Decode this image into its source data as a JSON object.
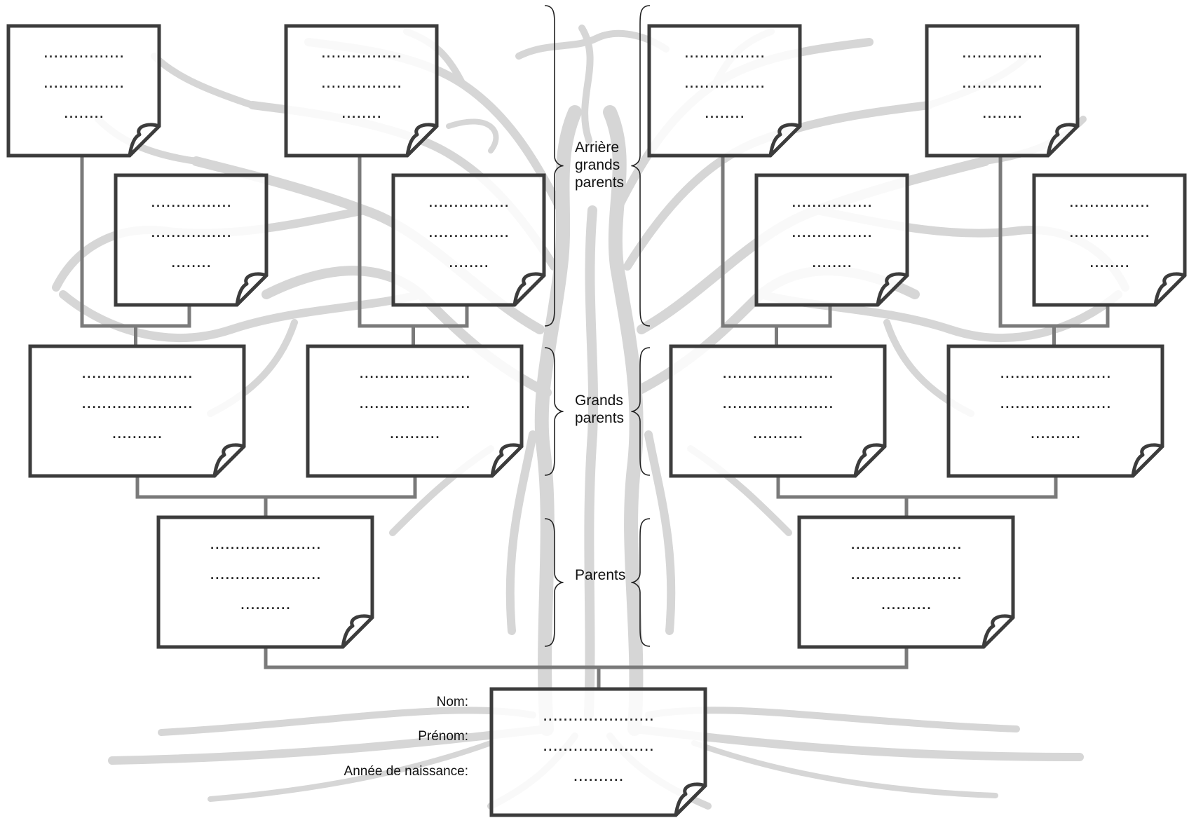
{
  "colors": {
    "box_border": "#3c3c3c",
    "connector": "#7a7a7a",
    "tree_silhouette": "#d6d6d6",
    "brace": "#222222",
    "text": "#111111"
  },
  "generation_labels": {
    "great_grandparents": [
      "Arrière",
      "grands",
      "parents"
    ],
    "grandparents": [
      "Grands",
      "parents"
    ],
    "parents": [
      "Parents"
    ]
  },
  "fields": {
    "nom_label": "Nom:",
    "prenom_label": "Prénom:",
    "annee_label": "Année de naissance:"
  },
  "placeholders": {
    "small_line": "................",
    "small_year": ".........",
    "large_line": "......................",
    "large_year": ".........."
  },
  "boxes": {
    "great_grandparents": [
      {
        "id": "ggp-1",
        "line1": "................",
        "line2": "................",
        "line3": "........"
      },
      {
        "id": "ggp-2",
        "line1": "................",
        "line2": "................",
        "line3": "........"
      },
      {
        "id": "ggp-3",
        "line1": "................",
        "line2": "................",
        "line3": "........"
      },
      {
        "id": "ggp-4",
        "line1": "................",
        "line2": "................",
        "line3": "........"
      },
      {
        "id": "ggp-5",
        "line1": "................",
        "line2": "................",
        "line3": "........"
      },
      {
        "id": "ggp-6",
        "line1": "................",
        "line2": "................",
        "line3": "........"
      },
      {
        "id": "ggp-7",
        "line1": "................",
        "line2": "................",
        "line3": "........"
      },
      {
        "id": "ggp-8",
        "line1": "................",
        "line2": "................",
        "line3": "........"
      }
    ],
    "grandparents": [
      {
        "id": "gp-1",
        "line1": "......................",
        "line2": "......................",
        "line3": ".........."
      },
      {
        "id": "gp-2",
        "line1": "......................",
        "line2": "......................",
        "line3": ".........."
      },
      {
        "id": "gp-3",
        "line1": "......................",
        "line2": "......................",
        "line3": ".........."
      },
      {
        "id": "gp-4",
        "line1": "......................",
        "line2": "......................",
        "line3": ".........."
      }
    ],
    "parents": [
      {
        "id": "p-1",
        "line1": "......................",
        "line2": "......................",
        "line3": ".........."
      },
      {
        "id": "p-2",
        "line1": "......................",
        "line2": "......................",
        "line3": ".........."
      }
    ],
    "self": {
      "id": "self",
      "line1": "......................",
      "line2": "......................",
      "line3": ".........."
    }
  }
}
